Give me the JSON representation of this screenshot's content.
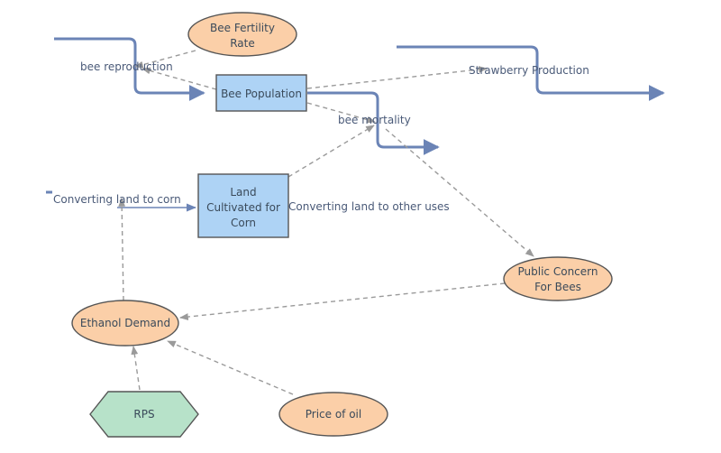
{
  "nodes": {
    "bee_fertility_rate": [
      "Bee Fertility",
      "Rate"
    ],
    "bee_population": "Bee Population",
    "land_cultivated": [
      "Land",
      "Cultivated for",
      "Corn"
    ],
    "public_concern": [
      "Public Concern",
      "For Bees"
    ],
    "ethanol_demand": "Ethanol Demand",
    "rps": "RPS",
    "price_of_oil": "Price of oil"
  },
  "flows": {
    "bee_reproduction": "bee reproduction",
    "bee_mortality": "bee mortality",
    "strawberry_production": "Strawberry Production",
    "converting_to_corn": "Converting land to corn",
    "converting_to_other": "Converting land to other uses"
  },
  "colors": {
    "stock_fill": "#aed3f5",
    "aux_fill": "#fbcfa8",
    "hex_fill": "#b7e2c9",
    "flow_stroke": "#6b84b6",
    "link_stroke": "#9a9a9a"
  }
}
